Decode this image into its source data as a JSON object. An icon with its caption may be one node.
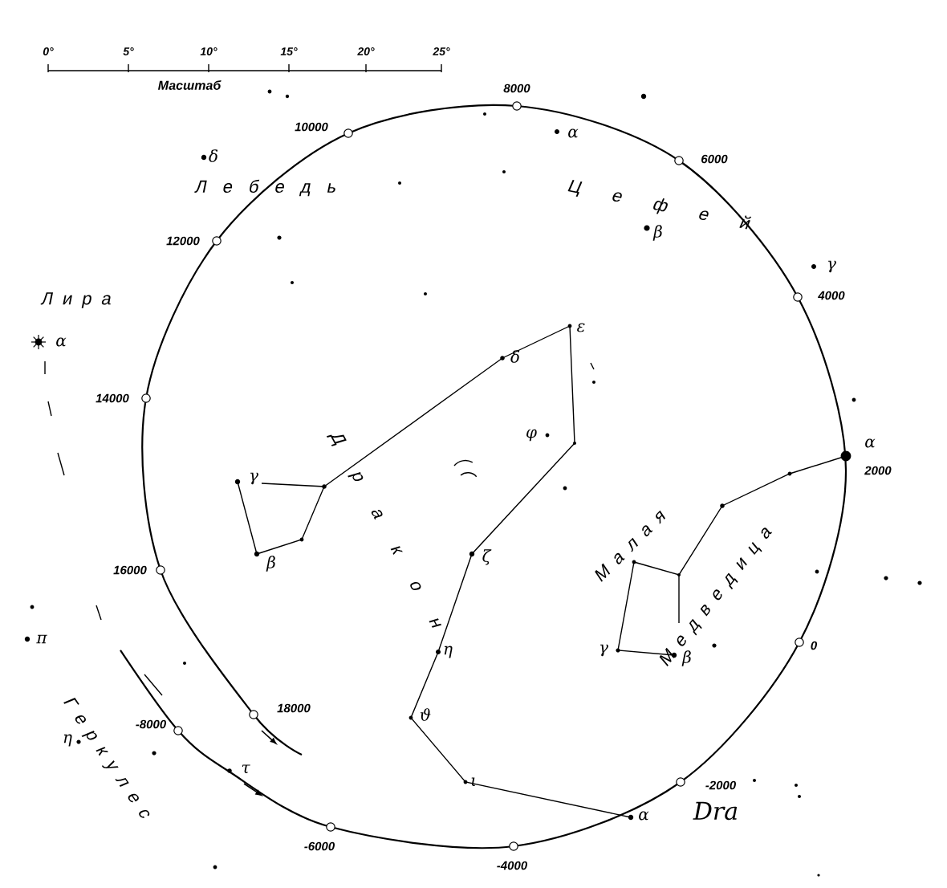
{
  "diagram": {
    "labels": [
      "0°",
      "5°",
      "10°",
      "15°",
      "20°",
      "25°",
      "Масштаб",
      "8000",
      "α",
      "10000",
      "6000",
      "δ",
      "Л е б е д ь",
      "Ц е ф е й",
      "β",
      "12000",
      "γ",
      "4000",
      "Л и р а",
      "Д р а к о н",
      "α",
      "ε",
      "δ",
      "14000",
      "φ",
      "α",
      "2000",
      "γ",
      "β",
      "М а л а я",
      "ζ",
      "М е д в е д и ц а",
      "16000",
      "π",
      "η",
      "γ",
      "β",
      "Г е р к у л е с",
      "0",
      "ϑ",
      "18000",
      "η",
      "-8000",
      "τ",
      "ι",
      "-2000",
      "α",
      "Dra",
      "-6000",
      "-4000"
    ]
  }
}
